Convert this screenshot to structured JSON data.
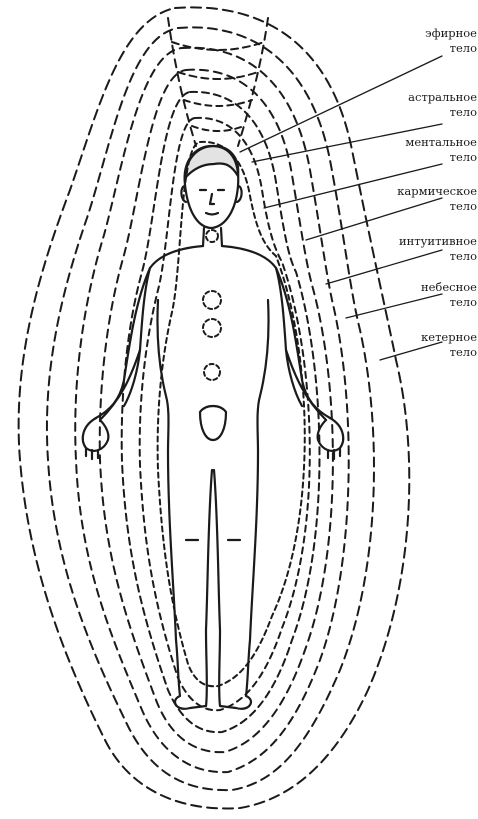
{
  "labels": [
    {
      "line1": "эфирное",
      "line2": "тело"
    },
    {
      "line1": "астральное",
      "line2": "тело"
    },
    {
      "line1": "ментальное",
      "line2": "тело"
    },
    {
      "line1": "кармическое",
      "line2": "тело"
    },
    {
      "line1": "интуитивное",
      "line2": "тело"
    },
    {
      "line1": "небесное",
      "line2": "тело"
    },
    {
      "line1": "кетерное",
      "line2": "тело"
    }
  ],
  "colors": {
    "ink": "#1b1b1b",
    "background": "#ffffff"
  }
}
